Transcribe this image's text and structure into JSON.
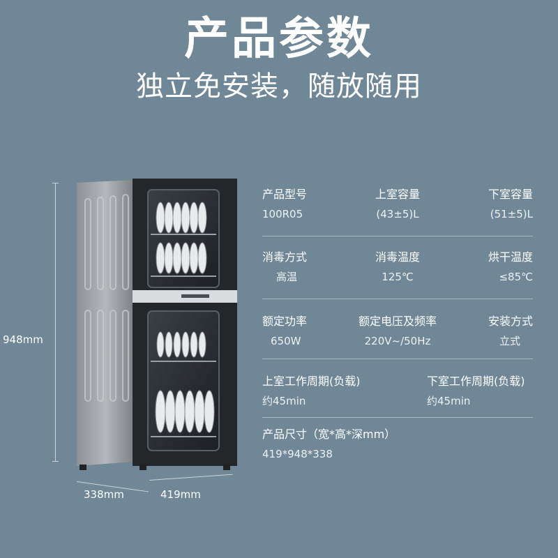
{
  "header": {
    "title": "产品参数",
    "subtitle": "独立免安装，随放随用"
  },
  "dimensions": {
    "height": "948mm",
    "depth": "338mm",
    "width": "419mm"
  },
  "specs": {
    "row1": [
      {
        "label": "产品型号",
        "value": "100R05"
      },
      {
        "label": "上室容量",
        "value": "(43±5)L"
      },
      {
        "label": "下室容量",
        "value": "(51±5)L"
      }
    ],
    "row2": [
      {
        "label": "消毒方式",
        "value": "高温"
      },
      {
        "label": "消毒温度",
        "value": "125℃"
      },
      {
        "label": "烘干温度",
        "value": "≤85℃"
      }
    ],
    "row3": [
      {
        "label": "额定功率",
        "value": "650W"
      },
      {
        "label": "额定电压及频率",
        "value": "220V~/50Hz"
      },
      {
        "label": "安装方式",
        "value": "立式"
      }
    ],
    "row4": [
      {
        "label": "上室工作周期(负载)",
        "value": "约45min"
      },
      {
        "label": "下室工作周期(负载)",
        "value": "约45min"
      }
    ],
    "row5": [
      {
        "label": "产品尺寸（宽*高*深mm）",
        "value": "419*948*338"
      }
    ]
  },
  "colors": {
    "background": "#6f8797",
    "cabinet_body": "#2a2d30",
    "cabinet_side": "#9a9ea1"
  }
}
